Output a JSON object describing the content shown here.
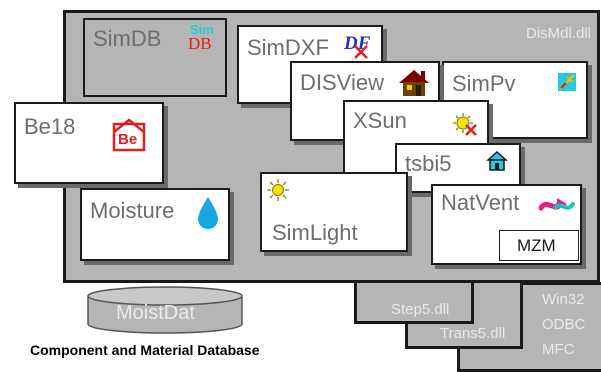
{
  "dll": {
    "dismdl": "DisMdl.dll",
    "step5": "Step5.dll",
    "trans5": "Trans5.dll",
    "runtime": [
      "Win32",
      "ODBC",
      "MFC"
    ]
  },
  "modules": {
    "simdb": "SimDB",
    "simdxf": "SimDXF",
    "disview": "DISView",
    "simpv": "SimPv",
    "xsun": "XSun",
    "be18": "Be18",
    "tsbi5": "tsbi5",
    "moisture": "Moisture",
    "simlight": "SimLight",
    "natvent": "NatVent",
    "mzm": "MZM"
  },
  "icons": {
    "simdb_top": "Sim",
    "simdb_bottom": "DB",
    "simdxf": "DF",
    "be18": "Be"
  },
  "database": {
    "name": "MoistDat",
    "caption": "Component and Material Database"
  },
  "colors": {
    "panel_grey": "#b5b5b5",
    "label_grey": "#6e6e6e",
    "water_blue": "#1aa7e0",
    "be_red": "#e02020"
  }
}
